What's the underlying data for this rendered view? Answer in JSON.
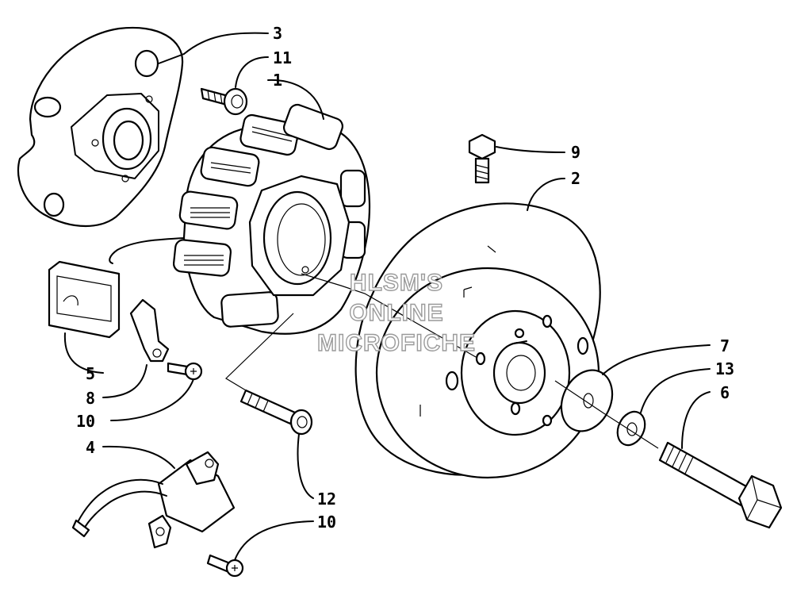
{
  "diagram": {
    "callouts": [
      {
        "id": "c1",
        "label": "1"
      },
      {
        "id": "c2",
        "label": "2"
      },
      {
        "id": "c3",
        "label": "3"
      },
      {
        "id": "c4",
        "label": "4"
      },
      {
        "id": "c5",
        "label": "5"
      },
      {
        "id": "c6",
        "label": "6"
      },
      {
        "id": "c7",
        "label": "7"
      },
      {
        "id": "c8",
        "label": "8"
      },
      {
        "id": "c9",
        "label": "9"
      },
      {
        "id": "c10a",
        "label": "10"
      },
      {
        "id": "c10b",
        "label": "10"
      },
      {
        "id": "c11",
        "label": "11"
      },
      {
        "id": "c12",
        "label": "12"
      },
      {
        "id": "c13",
        "label": "13"
      }
    ]
  },
  "watermark": {
    "line1": "HLSM'S",
    "line2": "ONLINE",
    "line3": "MICROFICHE"
  }
}
